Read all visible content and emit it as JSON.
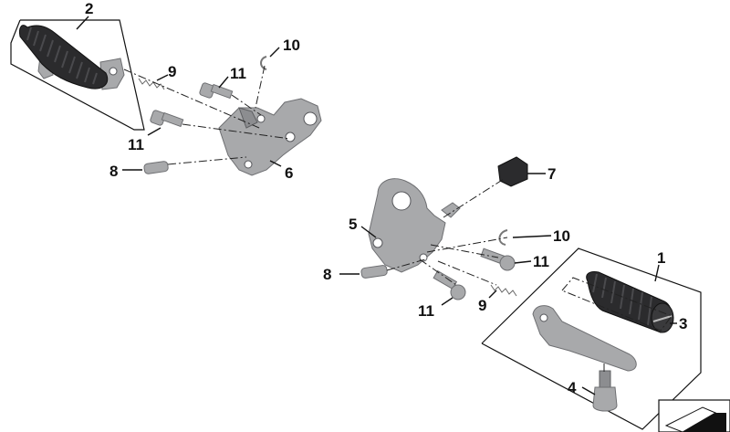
{
  "diagram": {
    "callouts": [
      {
        "id": "c2",
        "text": "2"
      },
      {
        "id": "c9a",
        "text": "9"
      },
      {
        "id": "c11a",
        "text": "11"
      },
      {
        "id": "c10a",
        "text": "10"
      },
      {
        "id": "c11b",
        "text": "11"
      },
      {
        "id": "c8a",
        "text": "8"
      },
      {
        "id": "c6",
        "text": "6"
      },
      {
        "id": "c7",
        "text": "7"
      },
      {
        "id": "c5",
        "text": "5"
      },
      {
        "id": "c10b",
        "text": "10"
      },
      {
        "id": "c1",
        "text": "1"
      },
      {
        "id": "c11c",
        "text": "11"
      },
      {
        "id": "c8b",
        "text": "8"
      },
      {
        "id": "c11d",
        "text": "11"
      },
      {
        "id": "c9b",
        "text": "9"
      },
      {
        "id": "c3",
        "text": "3"
      },
      {
        "id": "c4",
        "text": "4"
      }
    ]
  }
}
